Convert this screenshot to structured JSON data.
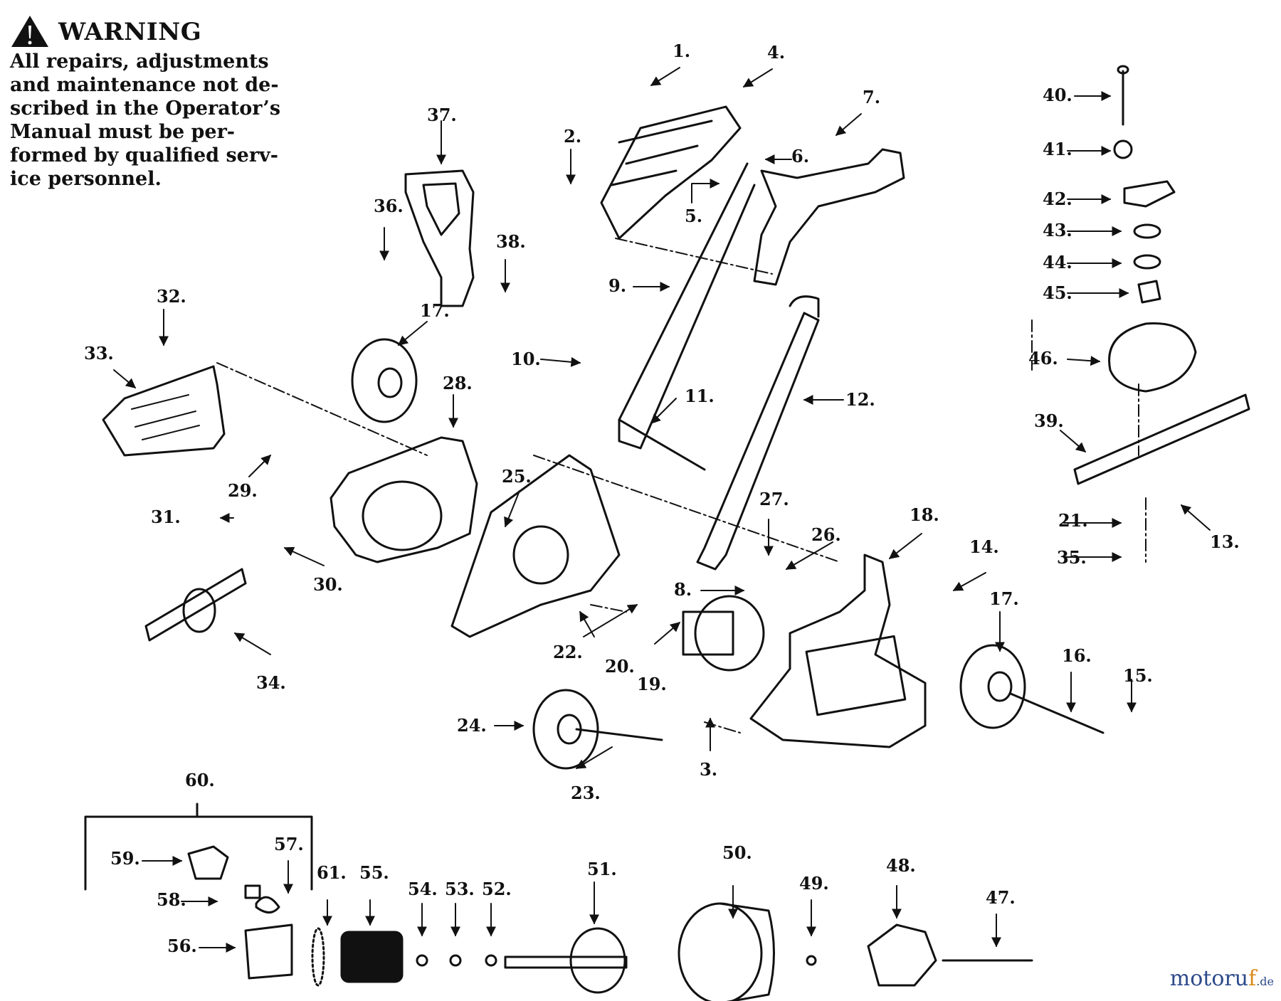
{
  "warning": {
    "title": "WARNING",
    "lines": [
      "All repairs, adjustments",
      "and maintenance not de-",
      "scribed in the Operator’s",
      "Manual must be per-",
      "formed by qualified serv-",
      "ice personnel."
    ]
  },
  "labels": [
    "1.",
    "2.",
    "3.",
    "4.",
    "5.",
    "6.",
    "7.",
    "8.",
    "9.",
    "10.",
    "11.",
    "12.",
    "13.",
    "14.",
    "15.",
    "16.",
    "17.",
    "17.",
    "18.",
    "19.",
    "20.",
    "21.",
    "22.",
    "23.",
    "24.",
    "25.",
    "26.",
    "27.",
    "28.",
    "29.",
    "30.",
    "31.",
    "32.",
    "33.",
    "34.",
    "35.",
    "36.",
    "37.",
    "38.",
    "39.",
    "40.",
    "41.",
    "42.",
    "43.",
    "44.",
    "45.",
    "46.",
    "47.",
    "48.",
    "49.",
    "50.",
    "51.",
    "52.",
    "53.",
    "54.",
    "55.",
    "56.",
    "57.",
    "58.",
    "59.",
    "60.",
    "61."
  ],
  "watermark": {
    "name_a": "motoru",
    "name_b": "f",
    "suffix": ".de"
  },
  "colors": {
    "ink": "#111111",
    "brand": "#2d4a8a",
    "accent": "#d98a1a"
  }
}
